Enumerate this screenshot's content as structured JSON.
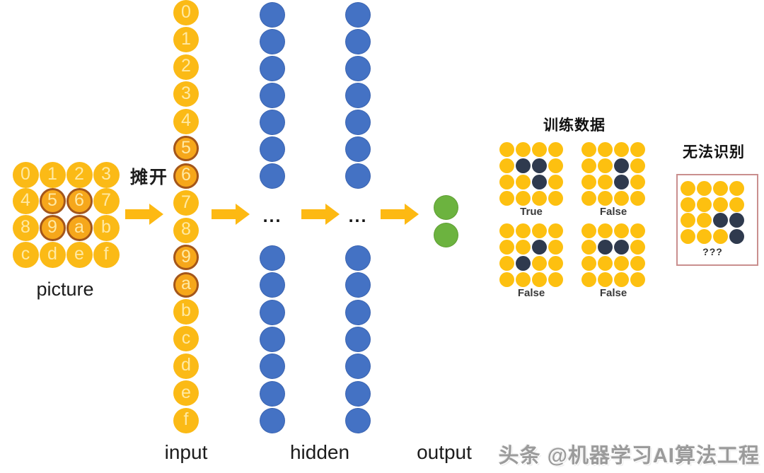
{
  "flatten_label": "摊开",
  "picture": {
    "label": "picture",
    "cells": [
      {
        "label": "0",
        "outlined": false
      },
      {
        "label": "1",
        "outlined": false
      },
      {
        "label": "2",
        "outlined": false
      },
      {
        "label": "3",
        "outlined": false
      },
      {
        "label": "4",
        "outlined": false
      },
      {
        "label": "5",
        "outlined": true
      },
      {
        "label": "6",
        "outlined": true
      },
      {
        "label": "7",
        "outlined": false
      },
      {
        "label": "8",
        "outlined": false
      },
      {
        "label": "9",
        "outlined": true
      },
      {
        "label": "a",
        "outlined": true
      },
      {
        "label": "b",
        "outlined": false
      },
      {
        "label": "c",
        "outlined": false
      },
      {
        "label": "d",
        "outlined": false
      },
      {
        "label": "e",
        "outlined": false
      },
      {
        "label": "f",
        "outlined": false
      }
    ]
  },
  "input": {
    "label": "input",
    "cells": [
      {
        "label": "0",
        "outlined": false
      },
      {
        "label": "1",
        "outlined": false
      },
      {
        "label": "2",
        "outlined": false
      },
      {
        "label": "3",
        "outlined": false
      },
      {
        "label": "4",
        "outlined": false
      },
      {
        "label": "5",
        "outlined": true
      },
      {
        "label": "6",
        "outlined": true
      },
      {
        "label": "7",
        "outlined": false
      },
      {
        "label": "8",
        "outlined": false
      },
      {
        "label": "9",
        "outlined": true
      },
      {
        "label": "a",
        "outlined": true
      },
      {
        "label": "b",
        "outlined": false
      },
      {
        "label": "c",
        "outlined": false
      },
      {
        "label": "d",
        "outlined": false
      },
      {
        "label": "e",
        "outlined": false
      },
      {
        "label": "f",
        "outlined": false
      }
    ]
  },
  "hidden": {
    "label": "hidden",
    "columns": 2,
    "top_count": 7,
    "bottom_count": 7,
    "ellipsis": "..."
  },
  "output": {
    "label": "output",
    "neuron_count": 2
  },
  "training": {
    "title": "训练数据",
    "grid_rows": 4,
    "grid_cols": 4,
    "grids": [
      {
        "result": "True",
        "dark_cells": [
          [
            1,
            1
          ],
          [
            1,
            2
          ],
          [
            2,
            2
          ]
        ]
      },
      {
        "result": "False",
        "dark_cells": [
          [
            1,
            2
          ],
          [
            2,
            2
          ]
        ]
      },
      {
        "result": "False",
        "dark_cells": [
          [
            1,
            2
          ],
          [
            2,
            1
          ]
        ]
      },
      {
        "result": "False",
        "dark_cells": [
          [
            1,
            1
          ],
          [
            1,
            2
          ]
        ]
      }
    ]
  },
  "unrecognized": {
    "title": "无法识别",
    "result_label": "???",
    "grid_rows": 4,
    "grid_cols": 4,
    "dark_cells": [
      [
        2,
        2
      ],
      [
        2,
        3
      ],
      [
        3,
        3
      ]
    ]
  },
  "watermark": "头条 @机器学习AI算法工程",
  "colors": {
    "gold": "#FBBA16",
    "gold_deep": "#F6A71B",
    "ring": "#A4561A",
    "digit": "#FFE9A3",
    "grid_gold": "#FDC010",
    "navy": "#2F3A4E",
    "blue": "#4472C4",
    "green": "#6CB33F",
    "arrow": "#FDB913",
    "box_border": "#C98F8E",
    "text_dark": "#1C1C1C",
    "result_text": "#3A3A3A",
    "watermark_gray": "#9B9B9B"
  }
}
